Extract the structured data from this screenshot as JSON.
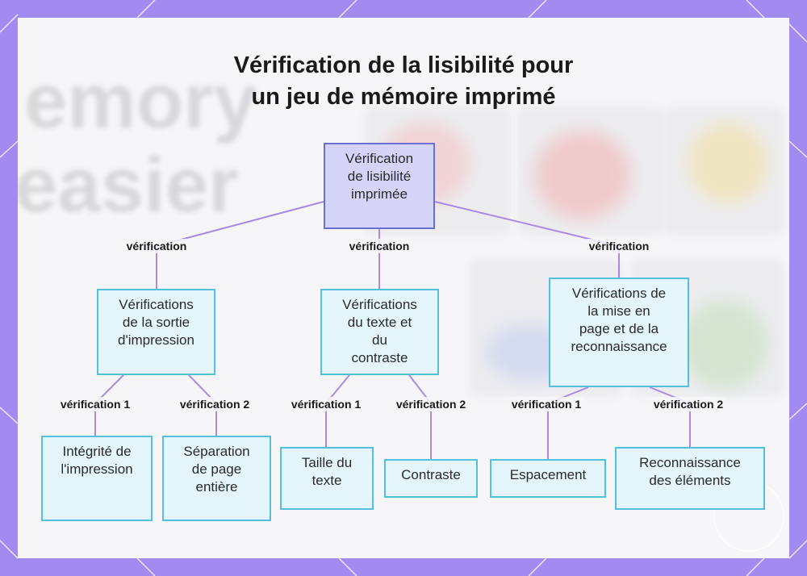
{
  "title_lines": [
    "Vérification de la lisibilité pour",
    "un jeu de mémoire imprimé"
  ],
  "background_text": [
    "emory",
    "easier"
  ],
  "colors": {
    "frame": "#a28bf0",
    "panel": "#f6f6f8",
    "node_fill": "#e4f6fb",
    "node_border": "#54c0de",
    "root_fill": "#d3d4f8",
    "root_border": "#6a6fd0",
    "edge": "#a78be0"
  },
  "nodes": {
    "root": "Vérification\nde lisibilité\nimprimée",
    "print": "Vérifications\nde la sortie\nd'impression",
    "text": "Vérifications\ndu texte et\ndu\ncontraste",
    "layout": "Vérifications de\nla mise en\npage et de la\nreconnaissance",
    "print_integrity": "Intégrité de\nl'impression",
    "page_separation": "Séparation\nde page\nentière",
    "text_size": "Taille du\ntexte",
    "contrast": "Contraste",
    "spacing": "Espacement",
    "recognition": "Reconnaissance\ndes éléments"
  },
  "edge_labels": {
    "root_print": "vérification",
    "root_text": "vérification",
    "root_layout": "vérification",
    "print_1": "vérification 1",
    "print_2": "vérification 2",
    "text_1": "vérification 1",
    "text_2": "vérification 2",
    "layout_1": "vérification 1",
    "layout_2": "vérification 2"
  }
}
